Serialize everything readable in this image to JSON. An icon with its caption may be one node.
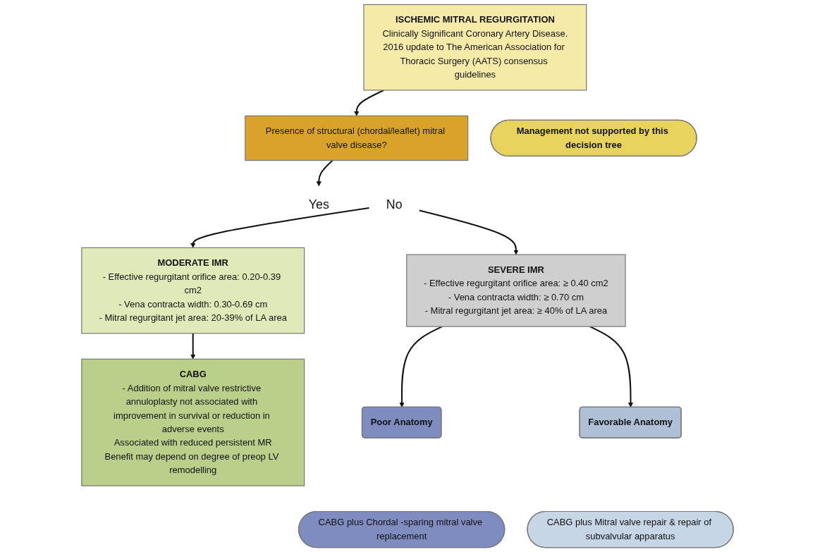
{
  "diagram": {
    "nodes": [
      {
        "text": [
          "ISCHEMIC MITRAL REGURGITATION",
          "Clinically Significant Coronary Artery Disease.",
          "2016 update to The American Association for Thoracic Surgery (AATS) consensus guidelines"
        ]
      },
      {
        "text": [
          "Presence of structural (chordal/leaflet) mitral valve disease?"
        ]
      },
      {
        "text": [
          "Yes"
        ]
      },
      {
        "text": [
          "Management not supported by this decision tree"
        ]
      },
      {
        "text": [
          "No"
        ]
      },
      {
        "text": [
          "MODERATE IMR",
          "- Effective regurgitant orifice area: 0.20-0.39 cm2",
          "- Vena contracta width: 0.30-0.69 cm",
          "- Mitral regurgitant jet area: 20-39% of LA area"
        ]
      },
      {
        "text": [
          "SEVERE IMR",
          "- Effective regurgitant orifice area: ≥ 0.40 cm2",
          "- Vena contracta width: ≥ 0.70 cm",
          "- Mitral regurgitant jet area: ≥ 40% of LA area"
        ]
      },
      {
        "text": [
          "CABG",
          "- Addition of mitral valve restrictive annuloplasty not associated with improvement in survival or reduction in adverse events",
          "Associated with reduced persistent MR",
          "Benefit may depend on degree of preop LV remodelling"
        ]
      },
      {
        "text": [
          "Poor Anatomy"
        ]
      },
      {
        "text": [
          "Favorable Anatomy"
        ]
      },
      {
        "text": [
          "CABG plus Chordal -sparing mitral valve replacement"
        ]
      },
      {
        "text": [
          "CABG plus Mitral valve repair & repair of subvalvular apparatus"
        ]
      }
    ],
    "edges": [
      {
        "from": 0,
        "to": 1,
        "arrow": "to"
      },
      {
        "from": 1,
        "to": 2,
        "arrow": "to"
      },
      {
        "from": 4,
        "to": 5,
        "arrow": "to"
      },
      {
        "from": 4,
        "to": 6,
        "arrow": "to"
      },
      {
        "from": 5,
        "to": 7,
        "arrow": "to"
      },
      {
        "from": 6,
        "to": 8,
        "arrow": "to"
      },
      {
        "from": 6,
        "to": 9,
        "arrow": "to"
      }
    ]
  }
}
